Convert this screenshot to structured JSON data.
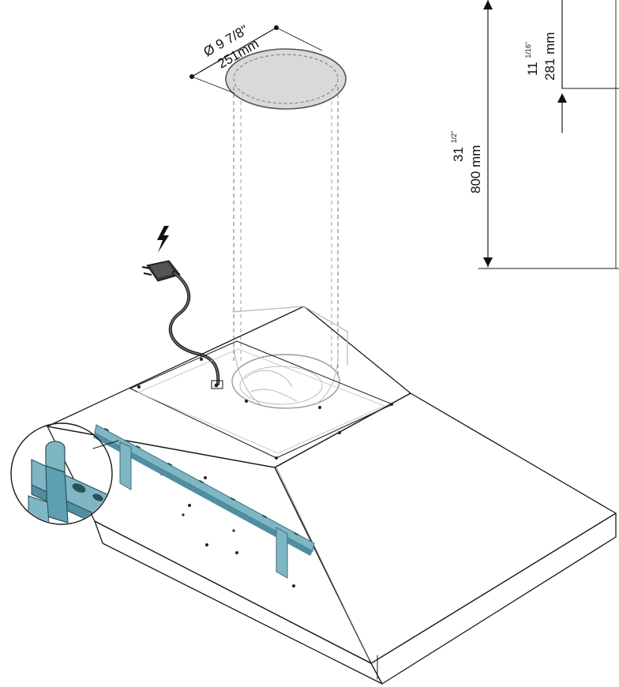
{
  "duct": {
    "diameter_imperial": "Ø 9 7/8\"",
    "diameter_metric": "251mm"
  },
  "height_total": {
    "imperial_whole": "31",
    "imperial_fraction": "1/2\"",
    "metric": "800 mm"
  },
  "height_upper": {
    "imperial_whole": "11",
    "imperial_fraction": "1/16\"",
    "metric": "281 mm"
  },
  "colors": {
    "bracket": "#7fb6c4",
    "bracket_dark": "#4f8fa0",
    "duct_fill": "#d9d9d9",
    "outline": "#1a1a1a"
  },
  "icons": [
    "lightning-icon",
    "power-plug-icon",
    "wall-bracket-icon"
  ]
}
